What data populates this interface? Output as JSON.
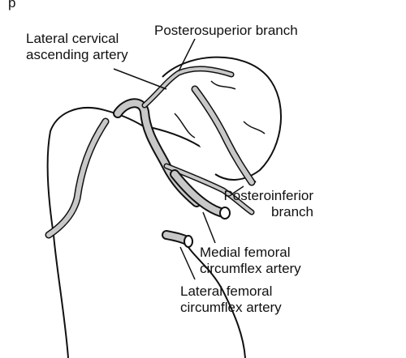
{
  "labels": {
    "corner_mark": "p",
    "lateral_cervical": "Lateral cervical\nascending artery",
    "posterosuperior": "Posterosuperior branch",
    "posteroinferior": "Posteroinferior\nbranch",
    "medial_femoral": "Medial femoral\ncircumflex artery",
    "lateral_femoral": "Lateral femoral\ncircumflex artery"
  },
  "colors": {
    "ink": "#111111",
    "vessel_fill": "#c8c8c8",
    "bone_fill": "#ffffff",
    "background": "#ffffff"
  }
}
